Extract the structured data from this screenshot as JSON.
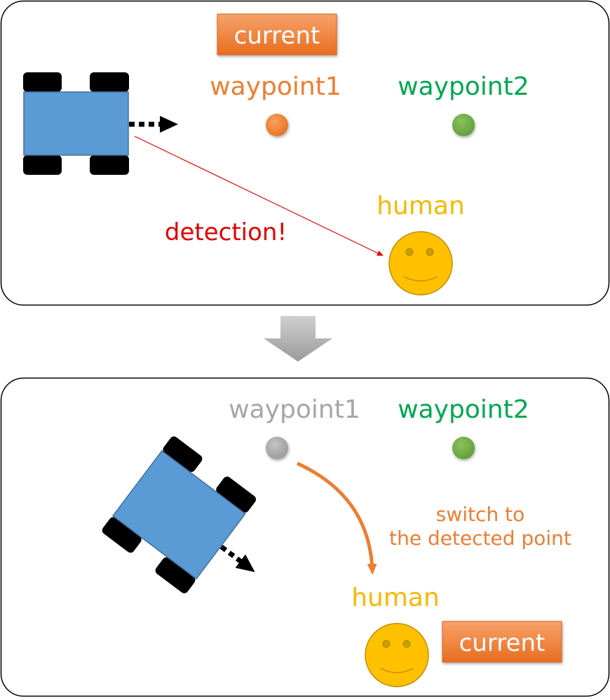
{
  "panel_top": {
    "current_badge": "current",
    "waypoint1_label": "waypoint1",
    "waypoint2_label": "waypoint2",
    "human_label": "human",
    "detection_label": "detection!"
  },
  "panel_bottom": {
    "waypoint1_label": "waypoint1",
    "waypoint2_label": "waypoint2",
    "switch_label_line1": "switch to",
    "switch_label_line2": "the detected point",
    "human_label": "human",
    "current_badge": "current"
  },
  "colors": {
    "orange": "#ED7D31",
    "green": "#00A651",
    "gold": "#F5B800",
    "red": "#E00000",
    "robot_blue": "#5B9BD5",
    "gray": "#A6A6A6"
  }
}
